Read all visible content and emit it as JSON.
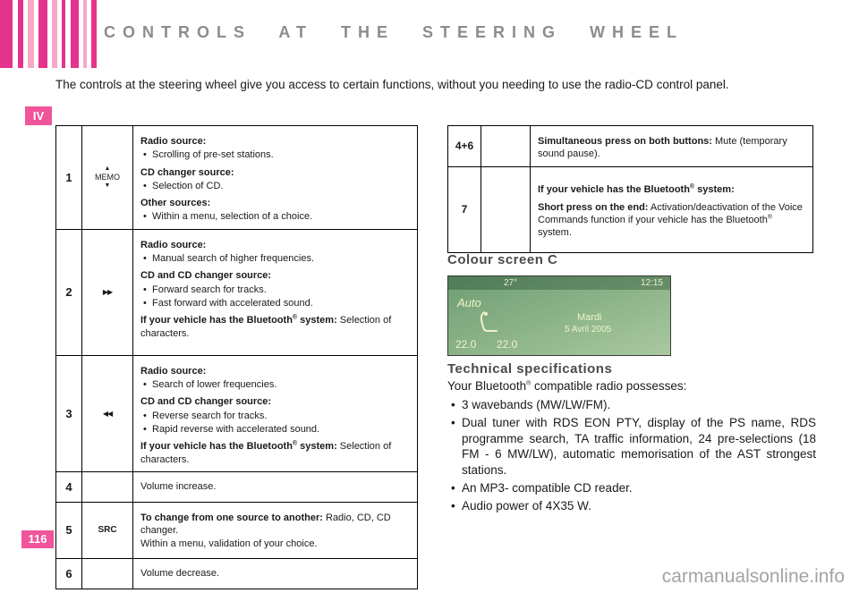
{
  "accent_color": "#f0549b",
  "header": {
    "title": "CONTROLS AT THE STEERING WHEEL",
    "intro": "The controls at the steering wheel give you access to certain functions, without you needing to use the radio-CD control panel.",
    "section_tab": "IV"
  },
  "left_table": {
    "rows": [
      {
        "num": "1",
        "icon": {
          "name": "memo-arrows-icon",
          "lines": [
            "▲",
            "MEMO",
            "▼"
          ],
          "styles": [
            "tri",
            "",
            "tri"
          ]
        },
        "desc": [
          {
            "b": "Radio source:"
          },
          {
            "bullet": "Scrolling of pre-set stations."
          },
          {
            "b": "CD changer source:"
          },
          {
            "bullet": "Selection of CD."
          },
          {
            "b": "Other sources:"
          },
          {
            "bullet": "Within a menu, selection of a choice."
          }
        ]
      },
      {
        "num": "2",
        "icon": {
          "name": "fast-forward-icon",
          "lines": [
            "▶▶"
          ],
          "styles": [
            "ff"
          ]
        },
        "desc": [
          {
            "b": "Radio source:"
          },
          {
            "bullet": "Manual search of higher frequencies."
          },
          {
            "b": "CD and CD changer source:"
          },
          {
            "bullet": "Forward search for tracks."
          },
          {
            "bullet": "Fast forward with accelerated sound."
          },
          {
            "b": "If your vehicle has the Bluetooth® system:",
            "t": " Selection of characters."
          }
        ]
      },
      {
        "num": "3",
        "icon": {
          "name": "rewind-icon",
          "lines": [
            "◀◀"
          ],
          "styles": [
            "ff"
          ]
        },
        "desc": [
          {
            "b": "Radio source:"
          },
          {
            "bullet": "Search of lower frequencies."
          },
          {
            "b": "CD and CD changer source:"
          },
          {
            "bullet": "Reverse search for tracks."
          },
          {
            "bullet": "Rapid reverse with accelerated sound."
          },
          {
            "b": "If your vehicle has the Bluetooth® system:",
            "t": " Selection of characters."
          }
        ]
      },
      {
        "num": "4",
        "icon": null,
        "desc": [
          {
            "t": "Volume increase."
          }
        ]
      },
      {
        "num": "5",
        "icon": {
          "name": "src-button-icon",
          "lines": [
            "SRC"
          ],
          "styles": [
            "b"
          ]
        },
        "desc": [
          {
            "b": "To change from one source to another:",
            "t": " Radio, CD, CD changer."
          },
          {
            "t": "Within a menu, validation of your choice."
          }
        ]
      },
      {
        "num": "6",
        "icon": null,
        "desc": [
          {
            "t": "Volume decrease."
          }
        ]
      }
    ]
  },
  "right_table": {
    "rows": [
      {
        "num": "4+6",
        "icon": null,
        "desc": [
          {
            "b": "Simultaneous press on both buttons:",
            "t": " Mute (temporary sound pause)."
          }
        ]
      },
      {
        "num": "7",
        "icon": null,
        "desc": [
          {
            "b": "If your vehicle has the Bluetooth® system:"
          },
          {
            "b": "Short press on the end:",
            "t": " Activation/deactivation of the Voice Commands function if your vehicle has the Bluetooth® system."
          }
        ]
      }
    ]
  },
  "colour_screen": {
    "heading": "Colour screen C",
    "display": {
      "outside_temp": "27°",
      "clock": "12:15",
      "mode": "Auto",
      "day": "Mardi",
      "date": "5 Avril 2005",
      "temp_left": "22.0",
      "temp_right": "22.0"
    }
  },
  "tech": {
    "heading": "Technical specifications",
    "intro": "Your Bluetooth® compatible radio possesses:",
    "bullets": [
      "3 wavebands (MW/LW/FM).",
      "Dual tuner with RDS EON PTY, display of the PS name, RDS programme search, TA traffic information, 24 pre-selections (18 FM - 6 MW/LW), automatic memorisation of the AST strongest stations.",
      "An MP3- compatible CD reader.",
      "Audio power of 4X35 W."
    ]
  },
  "footer": {
    "page_number": "116",
    "watermark": "carmanualsonline.info"
  }
}
